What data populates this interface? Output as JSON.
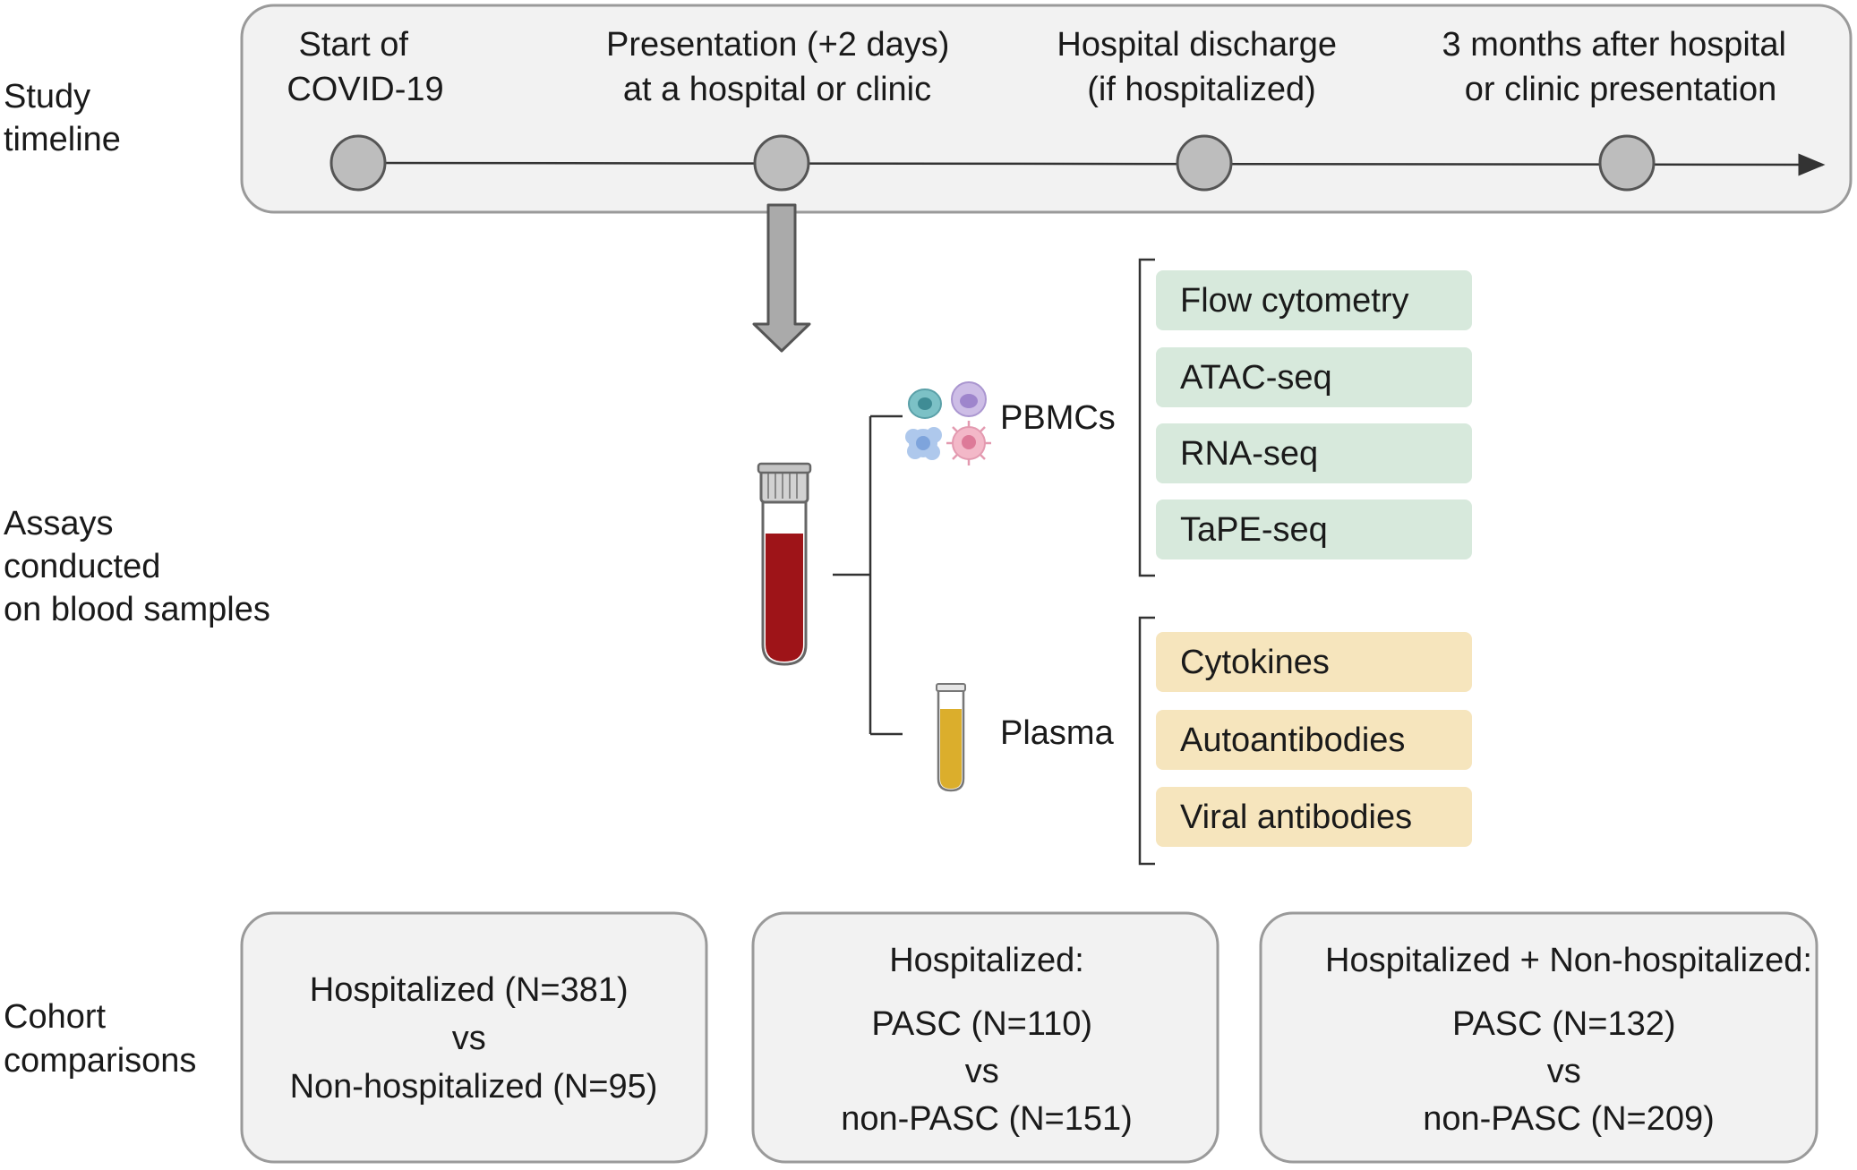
{
  "sections": {
    "timeline_label": [
      "Study",
      "timeline"
    ],
    "assays_label": [
      "Assays",
      "conducted",
      "on blood samples"
    ],
    "cohort_label": [
      "Cohort",
      "comparisons"
    ]
  },
  "timeline": {
    "events": [
      {
        "lines": [
          "Start of",
          "COVID-19"
        ]
      },
      {
        "lines": [
          "Presentation (+2 days)",
          "at a hospital or clinic"
        ]
      },
      {
        "lines": [
          "Hospital discharge",
          "(if hospitalized)"
        ]
      },
      {
        "lines": [
          "3 months after hospital",
          "or clinic presentation"
        ]
      }
    ]
  },
  "samples": {
    "pbmcs_label": "PBMCs",
    "plasma_label": "Plasma",
    "pbmc_assays": [
      "Flow cytometry",
      "ATAC-seq",
      "RNA-seq",
      "TaPE-seq"
    ],
    "plasma_assays": [
      "Cytokines",
      "Autoantibodies",
      "Viral antibodies"
    ]
  },
  "cohorts": [
    {
      "lines": [
        "Hospitalized (N=381)",
        "vs",
        "Non-hospitalized (N=95)"
      ]
    },
    {
      "title": "Hospitalized:",
      "lines": [
        "PASC (N=110)",
        "vs",
        "non-PASC (N=151)"
      ]
    },
    {
      "title": "Hospitalized + Non-hospitalized:",
      "lines": [
        "PASC (N=132)",
        "vs",
        "non-PASC (N=209)"
      ]
    }
  ],
  "colors": {
    "panel_fill": "#f2f2f2",
    "panel_stroke": "#9a9a9a",
    "pbmc_box": "#d7e9dc",
    "plasma_box": "#f6e5bd",
    "blood": "#9e1418",
    "plasma": "#dbae2c",
    "node": "#bdbdbd",
    "arrow": "#aaaaaa"
  }
}
